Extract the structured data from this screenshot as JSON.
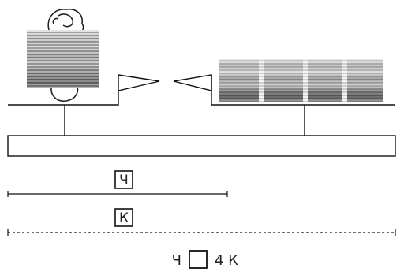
{
  "diagram": {
    "top_label": "Ч",
    "bottom_label": "К",
    "legend": {
      "left_symbol": "Ч",
      "right_text": "4 К"
    }
  },
  "figure": {
    "left_block": "mannequin-with-stacked-tape-strips",
    "right_block": "four-tape-strip-samples"
  }
}
